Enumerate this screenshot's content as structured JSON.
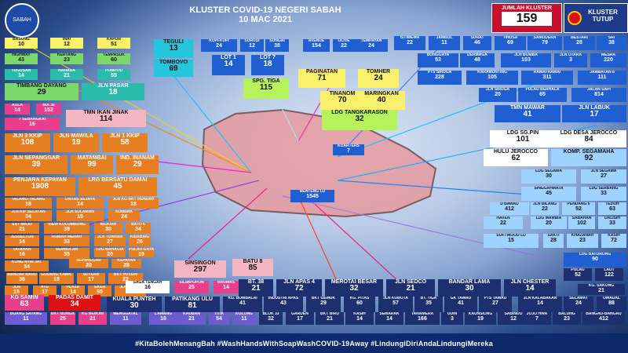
{
  "header": {
    "logo_text": "SABAH",
    "title": "KLUSTER COVID-19 NEGERI SABAH",
    "date": "10 MAC 2021"
  },
  "total": {
    "label": "JUMLAH KLUSTER",
    "value": "159"
  },
  "closed": {
    "label": "KLUSTER TUTUP"
  },
  "clusters": {
    "basung": {
      "name": "BASUNG",
      "value": "10"
    },
    "inai": {
      "name": "INAI",
      "value": "12"
    },
    "kapor": {
      "name": "KAPOR",
      "value": "51"
    },
    "highway": {
      "name": "HIGHWAY",
      "value": "43"
    },
    "kertang": {
      "name": "KERTANG",
      "value": "23"
    },
    "tempasuk": {
      "name": "TEMPASUK",
      "value": "60"
    },
    "tugusan": {
      "name": "TUGUSAN",
      "value": "14"
    },
    "nahaba": {
      "name": "NAHABA",
      "value": "21"
    },
    "pompod": {
      "name": "POMPOD",
      "value": "55"
    },
    "timbang_dayang": {
      "name": "TIMBANG DAYANG",
      "value": "29"
    },
    "jln_pasar": {
      "name": "JLN PASAR",
      "value": "18"
    },
    "aula": {
      "name": "AULA",
      "value": "14"
    },
    "bia30": {
      "name": "BIA 30",
      "value": "152"
    },
    "tmn_ikan_jinak": {
      "name": "TMN IKAN JINAK",
      "value": "114"
    },
    "7sebangkai": {
      "name": "7 SEBANGKAI",
      "value": "16"
    },
    "jln3kkip": {
      "name": "JLN 3 KKIP",
      "value": "108"
    },
    "jln_mawila": {
      "name": "JLN MAWILA",
      "value": "19"
    },
    "jln1kkip": {
      "name": "JLN 1 KKIP",
      "value": "58"
    },
    "jln_sepanggar": {
      "name": "JLN SEPANGGAR",
      "value": "39"
    },
    "matambai": {
      "name": "MATAMBAI",
      "value": "99"
    },
    "ind_inanam": {
      "name": "IND. INANAM",
      "value": "29"
    },
    "penjara_kepayan": {
      "name": "PENJARA KEPAYAN",
      "value": "1908"
    },
    "lrg_bersatu_damai": {
      "name": "LRG BERSATU DAMAI",
      "value": "45"
    },
    "talang_talang": {
      "name": "TALANG-TALANG",
      "value": "18"
    },
    "lintas_sejaya": {
      "name": "LINTAS SEJAYA",
      "value": "14"
    },
    "jln_kg_bkt_rendah": {
      "name": "JLN KG BKT RENDAH",
      "value": "18"
    },
    "jln_kip_selatan": {
      "name": "JLN KIP SELATAN",
      "value": "34"
    },
    "jln_sulaman": {
      "name": "JLN SULAMAN",
      "value": "10"
    },
    "numbak": {
      "name": "NUMBAK",
      "value": "24"
    },
    "est_maju": {
      "name": "EST MAJU",
      "value": "21"
    },
    "view_kolombong": {
      "name": "VIEW KOLOMBONG",
      "value": "39"
    },
    "bejora": {
      "name": "BEJORA",
      "value": "30"
    },
    "batu5": {
      "name": "BATU 5",
      "value": "34"
    },
    "jesselton": {
      "name": "JESSELTON",
      "value": "14"
    },
    "rumah_merah": {
      "name": "RUMAH MERAH",
      "value": "33"
    },
    "jln_tuaran": {
      "name": "JLN TUARAN",
      "value": "27"
    },
    "kibabaig": {
      "name": "KIBABAIG",
      "value": "26"
    },
    "lrg_bahagia": {
      "name": "LRG BAHAGIA",
      "value": "20"
    },
    "pulau_gaya": {
      "name": "PULAU GAYA",
      "value": "19"
    },
    "tatahan": {
      "name": "TATAHAN",
      "value": "16"
    },
    "sembulan": {
      "name": "SEMBULAN",
      "value": "35"
    },
    "sepanggar": {
      "name": "SEPANGGAR",
      "value": "20"
    },
    "kepayan": {
      "name": "KEPAYAN",
      "value": "28"
    },
    "kong_nyai_jat": {
      "name": "KONG NYAI JAT",
      "value": "34"
    },
    "bandar_baru": {
      "name": "BANDAR BARU",
      "value": "36"
    },
    "gudang_kamil": {
      "name": "GUDANG KAMIL",
      "value": "18"
    },
    "sutera": {
      "name": "SUTERA",
      "value": "17"
    },
    "bkt_puteri": {
      "name": "BKT PUTERI",
      "value": "22"
    },
    "sabah_jln": {
      "name": "JLN",
      "value": "15"
    },
    "atg": {
      "name": "ATG",
      "value": "17"
    },
    "plaza": {
      "name": "PLAZA",
      "value": "14"
    },
    "saga": {
      "name": "SAGA",
      "value": "50"
    },
    "jln_jlahu": {
      "name": "JLN JLAHU",
      "value": "24"
    },
    "sinsingon": {
      "name": "SINSINGON",
      "value": "297"
    },
    "batu8": {
      "name": "BATU 8",
      "value": "85"
    },
    "saga_tengah": {
      "name": "SAGA TENGAH",
      "value": "16"
    },
    "silimpopon": {
      "name": "SILIMPOPON",
      "value": "25"
    },
    "brumas": {
      "name": "BRUMAS",
      "value": "14"
    },
    "kg_samin": {
      "name": "KG SAMIN",
      "value": "63"
    },
    "padas_damit": {
      "name": "PADAS DAMIT",
      "value": "34"
    },
    "kuala_punteh": {
      "name": "KUALA PUNTEH",
      "value": "30"
    },
    "patikang_ulu": {
      "name": "PATIKANG ULU",
      "value": "81"
    },
    "kg_bombalai": {
      "name": "KG. BOMBALAI",
      "value": "41"
    },
    "industri_apas": {
      "name": "INDUSTRI APAS",
      "value": "43"
    },
    "bkt_gemuk": {
      "name": "BKT GEMUK",
      "value": "29"
    },
    "kg_pitas": {
      "name": "KG. PITAS",
      "value": "60"
    },
    "jln_kubota": {
      "name": "JLN KUBOTA",
      "value": "57"
    },
    "bt_tiga": {
      "name": "BT. TIGA",
      "value": "35"
    },
    "gk_tawau": {
      "name": "GK TAWAU",
      "value": "41"
    },
    "pts_tawau": {
      "name": "PTS TAWAU",
      "value": "27"
    },
    "jln_kalabakan": {
      "name": "JLN KALABAKAN",
      "value": "14"
    },
    "buang_sayang": {
      "name": "BUANG SAYANG",
      "value": "11"
    },
    "bkt_bunga": {
      "name": "BKT BUNGA",
      "value": "25"
    },
    "kg_benoni": {
      "name": "KG BENONI",
      "value": "21"
    },
    "menggatal": {
      "name": "MENGGATAL",
      "value": "11"
    },
    "lawang": {
      "name": "LAWANG",
      "value": "16"
    },
    "kauban": {
      "name": "KAUBAN",
      "value": "21"
    },
    "titik": {
      "name": "TITIK",
      "value": "54"
    },
    "kolong": {
      "name": "KOLONG",
      "value": "11"
    },
    "blok33": {
      "name": "BLOK 33",
      "value": "32"
    },
    "garden": {
      "name": "GARDEN",
      "value": "17"
    },
    "bkt_biru": {
      "name": "BKT BIRU",
      "value": "21"
    },
    "kasih": {
      "name": "KASIH",
      "value": "14"
    },
    "semarak": {
      "name": "SEMARAK",
      "value": "14"
    },
    "tanamera": {
      "name": "TANAMERA",
      "value": "166"
    },
    "udin": {
      "name": "UDIN",
      "value": "3"
    },
    "kaunsiong": {
      "name": "KAUNSIONG",
      "value": "19"
    },
    "sabindo": {
      "name": "SABINDO",
      "value": "12"
    },
    "jojo_hwa": {
      "name": "JOJO HWA",
      "value": "7"
    },
    "balung": {
      "name": "BALUNG",
      "value": "23"
    },
    "bangau_bangau": {
      "name": "BANGAU-BANGAU",
      "value": "412"
    },
    "bt38": {
      "name": "BT. 38",
      "value": "21"
    },
    "jln_apas4": {
      "name": "JLN APAS 4",
      "value": "72"
    },
    "merotai_besar": {
      "name": "MEROTAI BESAR",
      "value": "32"
    },
    "jln_sedco": {
      "name": "JLN SEDCO",
      "value": "21"
    },
    "bandar_lama": {
      "name": "BANDAR LAMA",
      "value": "30"
    },
    "jln_chester": {
      "name": "JLN CHESTER",
      "value": "14"
    },
    "selamat": {
      "name": "SELAMAT",
      "value": "24"
    },
    "omadal": {
      "name": "OMADAL",
      "value": "88"
    },
    "kg_sakong": {
      "name": "KG. SAKONG",
      "value": "21"
    },
    "pulau": {
      "name": "PULAU",
      "value": "52"
    },
    "laut": {
      "name": "LAUT",
      "value": "122"
    },
    "ldg_baturong": {
      "name": "LDG BATURONG",
      "value": "90"
    },
    "teguli": {
      "name": "TEGULI",
      "value": "13"
    },
    "tombovo": {
      "name": "TOMBOVO",
      "value": "69"
    },
    "kupi_kupi": {
      "name": "KUPI-KUPI",
      "value": "24"
    },
    "surudi": {
      "name": "SURUDI",
      "value": "12"
    },
    "sungai": {
      "name": "SUNGAI",
      "value": "38"
    },
    "avenue": {
      "name": "AVENUE",
      "value": "154"
    },
    "olive": {
      "name": "OLIVE",
      "value": "22"
    },
    "tempayan": {
      "name": "TEMPAYAN",
      "value": "24"
    },
    "lot1": {
      "name": "LOT 1",
      "value": "14"
    },
    "lot7": {
      "name": "LOT 7",
      "value": "18"
    },
    "spg_tiga": {
      "name": "SPG. TIGA",
      "value": "115"
    },
    "paginatan": {
      "name": "PAGINATAN",
      "value": "71"
    },
    "tomher": {
      "name": "TOMHER",
      "value": "24"
    },
    "tinanom": {
      "name": "TINANOM",
      "value": "70"
    },
    "maringkan": {
      "name": "MARINGKAN",
      "value": "40"
    },
    "ldg_tangkarason": {
      "name": "LDG TANGKARASON",
      "value": "32"
    },
    "kuarters": {
      "name": "KUARTERS",
      "value": "7"
    },
    "benteng_ld": {
      "name": "BENTENG LD",
      "value": "1545"
    },
    "istimewa": {
      "name": "ISTIMEWA",
      "value": "22"
    },
    "jambul": {
      "name": "JAMBUL",
      "value": "11"
    },
    "surat": {
      "name": "SURAT",
      "value": "46"
    },
    "tinusa": {
      "name": "TINUSA",
      "value": "69"
    },
    "samudera": {
      "name": "SAMUDERA",
      "value": "79"
    },
    "bestari": {
      "name": "BESTARI",
      "value": "28"
    },
    "sri_ms": {
      "name": "SRI",
      "value": "38"
    },
    "bonggaya": {
      "name": "BONGGAYA",
      "value": "53"
    },
    "dermaga": {
      "name": "DERMAGA",
      "value": "48"
    },
    "jln_bomba": {
      "name": "JLN BOMBA",
      "value": "103"
    },
    "jln_utara": {
      "name": "JLN UTARA",
      "value": "3"
    },
    "mesra": {
      "name": "MESRA",
      "value": "220"
    },
    "pts_siruga": {
      "name": "PTS SIRUGA",
      "value": "228"
    },
    "karamunting": {
      "name": "KARAMUNTING",
      "value": "105"
    },
    "ramai_ramai": {
      "name": "RAMAI-RAMAI",
      "value": "311"
    },
    "jambatan8": {
      "name": "JAMBATAN 8",
      "value": "111"
    },
    "jln_siruga": {
      "name": "JLN SIRUGA",
      "value": "20"
    },
    "pulau_berhala": {
      "name": "PULAU BERHALA",
      "value": "65"
    },
    "jalan_sapi": {
      "name": "JALAN SAPI",
      "value": "814"
    },
    "tmn_mawar": {
      "name": "TMN MAWAR",
      "value": "41"
    },
    "jln_labuk": {
      "name": "JLN LABUK",
      "value": "17"
    },
    "ldg_sg_pin": {
      "name": "LDG SG.PIN",
      "value": "101"
    },
    "ldg_desa_jerocco": {
      "name": "LDG DESA JEROCCO",
      "value": "84"
    },
    "hulu_jerocco": {
      "name": "HULU JEROCCO",
      "value": "62"
    },
    "komp_segamaha": {
      "name": "KOMP. SEGAMAHA",
      "value": "92"
    },
    "ldg_segama": {
      "name": "LDG SEGAMA",
      "value": "30"
    },
    "jln_segama": {
      "name": "JLN SEGAMA",
      "value": "27"
    },
    "singgahmata": {
      "name": "SINGGAHMATA",
      "value": "45"
    },
    "ldg_serbang": {
      "name": "LDG SERBANG",
      "value": "33"
    },
    "d_bawau": {
      "name": "D'BAWAU",
      "value": "412"
    },
    "jln_bilang": {
      "name": "JLN BILANG",
      "value": "22"
    },
    "pendang6": {
      "name": "PENDANG 6",
      "value": "52"
    },
    "teduh": {
      "name": "TEDUH",
      "value": "63"
    },
    "haven": {
      "name": "HAVEN",
      "value": "22"
    },
    "ldg_mamiba": {
      "name": "LDG MAMIBA",
      "value": "20"
    },
    "sabahan": {
      "name": "SABAHAN",
      "value": "102"
    },
    "dalisih": {
      "name": "DALISIH",
      "value": "33"
    },
    "softwood_ld": {
      "name": "SOFTWOOD LD",
      "value": "15"
    },
    "sakti": {
      "name": "SAKTI",
      "value": "28"
    },
    "khazanah": {
      "name": "KHAZANAH",
      "value": "23"
    },
    "kasih_sahabat": {
      "name": "KASIH",
      "value": "72"
    }
  },
  "footer": {
    "hashtags": "#KitaBolehMenangBah #WashHandsWithSoapWashCOVID-19Away #LindungiDiriAndaLindungiMereka"
  }
}
